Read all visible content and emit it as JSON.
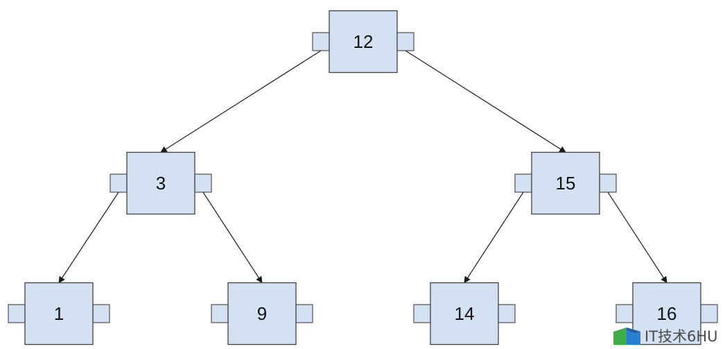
{
  "tree": {
    "nodes": [
      {
        "id": "n12",
        "label": "12"
      },
      {
        "id": "n3",
        "label": "3"
      },
      {
        "id": "n15",
        "label": "15"
      },
      {
        "id": "n1",
        "label": "1"
      },
      {
        "id": "n9",
        "label": "9"
      },
      {
        "id": "n14",
        "label": "14"
      },
      {
        "id": "n16",
        "label": "16"
      }
    ],
    "edges": [
      {
        "from": "n12",
        "to": "n3"
      },
      {
        "from": "n12",
        "to": "n15"
      },
      {
        "from": "n3",
        "to": "n1"
      },
      {
        "from": "n3",
        "to": "n9"
      },
      {
        "from": "n15",
        "to": "n14"
      },
      {
        "from": "n15",
        "to": "n16"
      }
    ]
  },
  "colors": {
    "node_fill": "#d3e1f2",
    "node_stroke": "#3f3f3f",
    "edge": "#1a1a1a"
  },
  "watermark": {
    "text": "IT技术6HU"
  }
}
